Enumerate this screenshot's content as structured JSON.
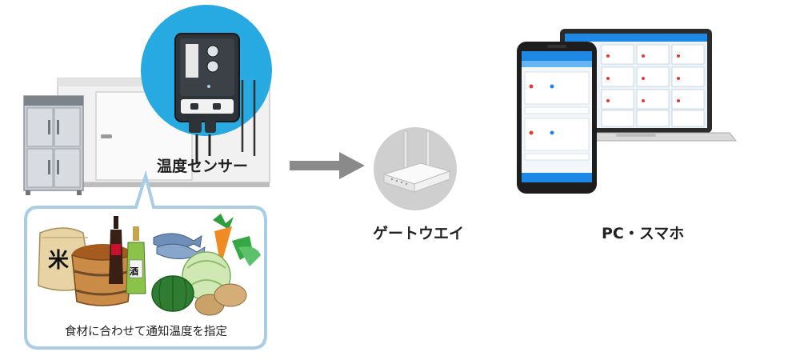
{
  "labels": {
    "sensor": "温度センサー",
    "gateway": "ゲートウエイ",
    "pc_phone": "PC・スマホ",
    "bubble_caption": "食材に合わせて通知温度を指定"
  },
  "food_labels": {
    "rice_bag": "米",
    "sake_bottle": "酒"
  },
  "colors": {
    "sensor_circle": "#27a9e1",
    "gateway_circle": "#cfcfcf",
    "bubble_border": "#a9cde5",
    "arrow": "#8a8a8a",
    "app_header": "#1e88e5"
  },
  "icons": [
    "refrigerator-icon",
    "cold-room-icon",
    "temperature-sensor-device",
    "gateway-router-icon",
    "laptop-icon",
    "smartphone-icon",
    "arrow-right-icon"
  ]
}
